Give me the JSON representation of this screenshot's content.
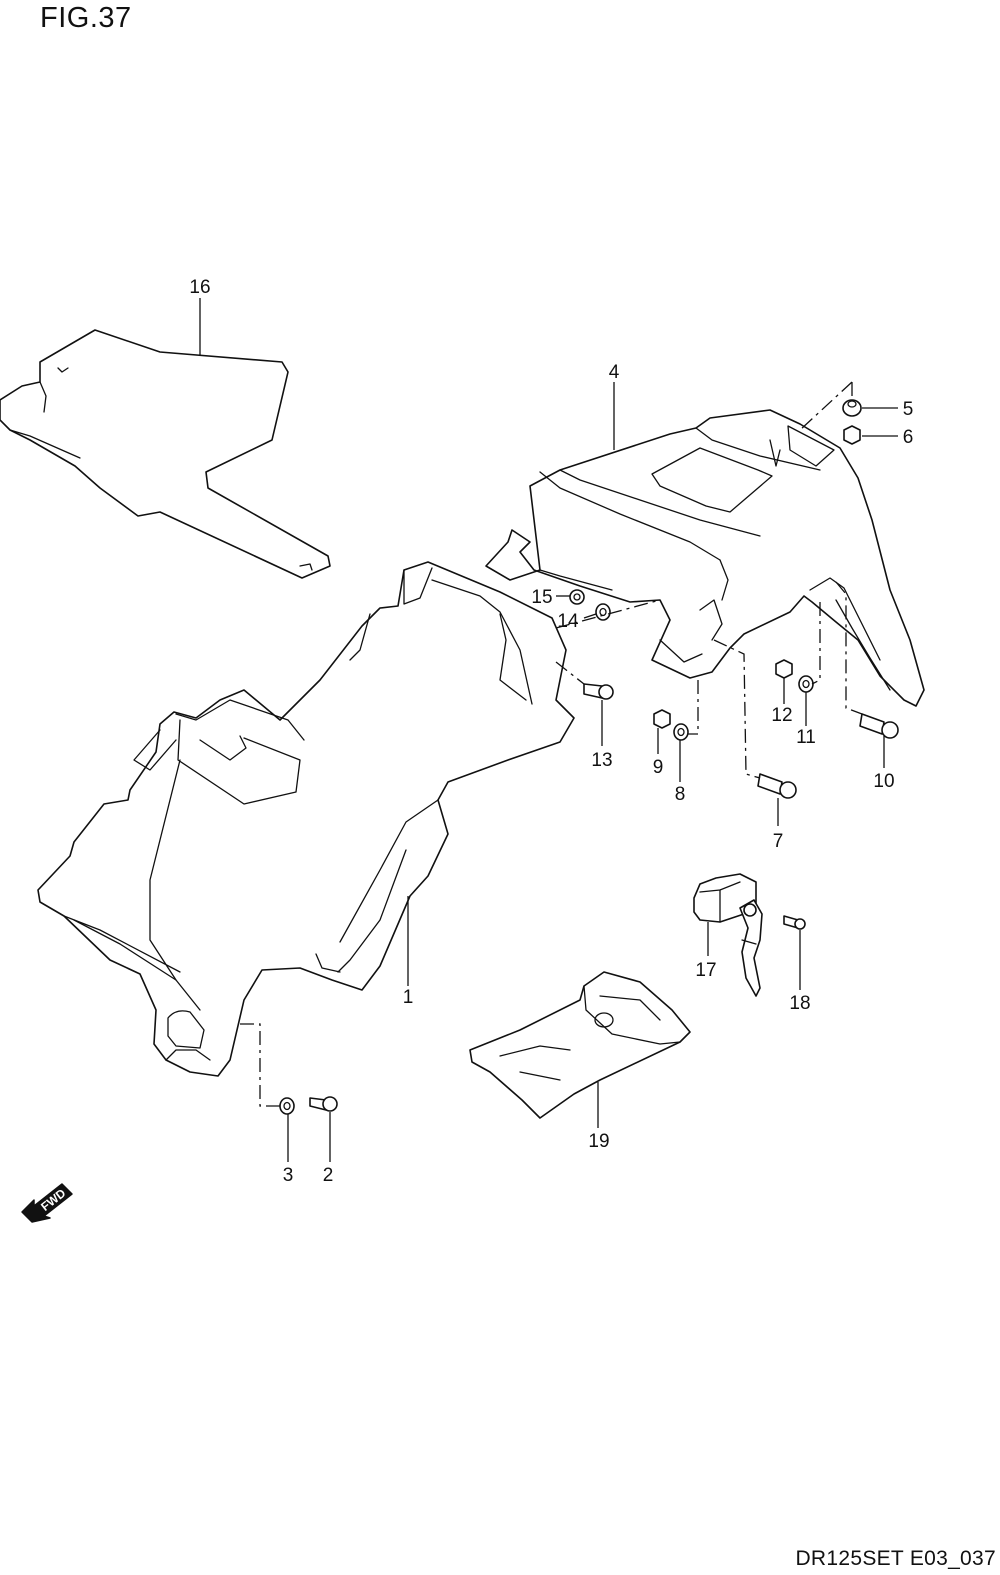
{
  "figure_title": "FIG.37",
  "drawing_code": "DR125SET E03_037",
  "fwd_label": "FWD",
  "callouts": {
    "p1": "1",
    "p2": "2",
    "p3": "3",
    "p4": "4",
    "p5": "5",
    "p6": "6",
    "p7": "7",
    "p8": "8",
    "p9": "9",
    "p10": "10",
    "p11": "11",
    "p12": "12",
    "p13": "13",
    "p14": "14",
    "p15": "15",
    "p16": "16",
    "p17": "17",
    "p18": "18",
    "p19": "19"
  },
  "colors": {
    "line": "#111111",
    "background": "#ffffff"
  }
}
